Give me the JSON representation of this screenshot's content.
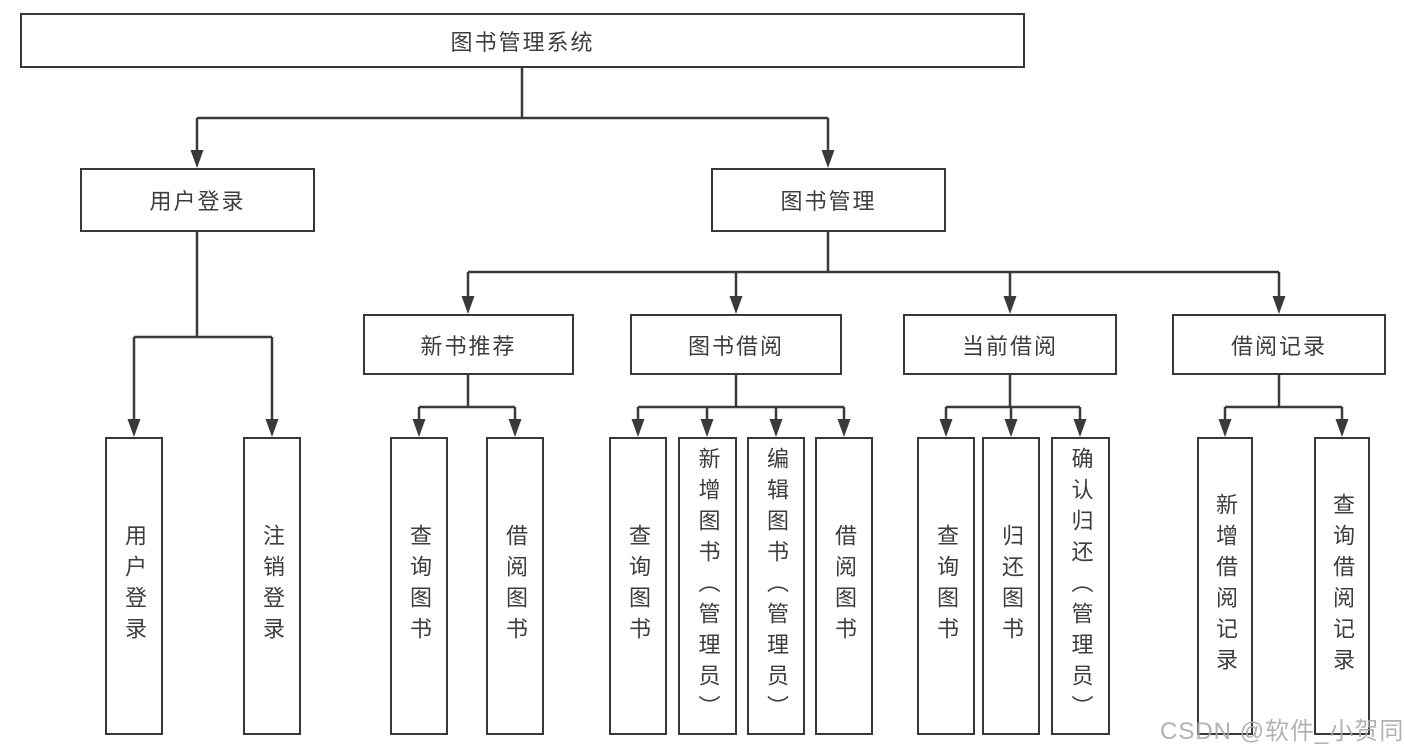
{
  "diagram": {
    "root": {
      "label": "图书管理系统"
    },
    "branches": [
      {
        "label": "用户登录",
        "children": [
          {
            "label": "用户登录"
          },
          {
            "label": "注销登录"
          }
        ]
      },
      {
        "label": "图书管理",
        "children": [
          {
            "label": "新书推荐",
            "children": [
              {
                "label": "查询图书"
              },
              {
                "label": "借阅图书"
              }
            ]
          },
          {
            "label": "图书借阅",
            "children": [
              {
                "label": "查询图书"
              },
              {
                "label": "新增图书（管理员）"
              },
              {
                "label": "编辑图书（管理员）"
              },
              {
                "label": "借阅图书"
              }
            ]
          },
          {
            "label": "当前借阅",
            "children": [
              {
                "label": "查询图书"
              },
              {
                "label": "归还图书"
              },
              {
                "label": "确认归还（管理员）"
              }
            ]
          },
          {
            "label": "借阅记录",
            "children": [
              {
                "label": "新增借阅记录"
              },
              {
                "label": "查询借阅记录"
              }
            ]
          }
        ]
      }
    ]
  },
  "watermark": {
    "text": "CSDN @软件_小贺同学"
  },
  "colors": {
    "line": "#3a3a3a",
    "box_border": "#383838",
    "box_fill": "#ffffff",
    "text": "#3d3d3d",
    "watermark": "#a7a7a7",
    "background": "#ffffff"
  }
}
